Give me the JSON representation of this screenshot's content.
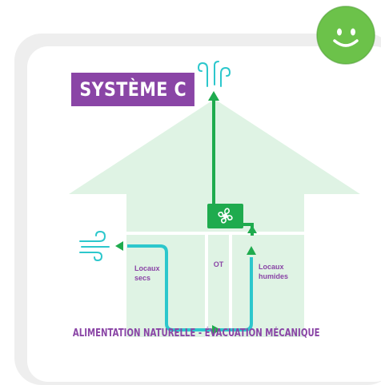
{
  "diagram": {
    "title": "SYSTÈME C",
    "footer": "ALIMENTATION NATURELLE - ÉVACUATION MÉCANIQUE",
    "rooms": {
      "left": [
        "Locaux",
        "secs"
      ],
      "middle": "OT",
      "right": [
        "Locaux",
        "humides"
      ]
    },
    "icons": {
      "status": "smiley-face-icon",
      "fan": "fan-icon",
      "exhaust": "exhaust-air-icon",
      "inlet": "wind-inlet-icon"
    },
    "colors": {
      "accent_purple": "#8a45a6",
      "extraction_green": "#1fab4e",
      "supply_teal": "#2cc7cc",
      "house_fill": "#dff3e4",
      "smiley_green": "#6cc24a"
    }
  }
}
